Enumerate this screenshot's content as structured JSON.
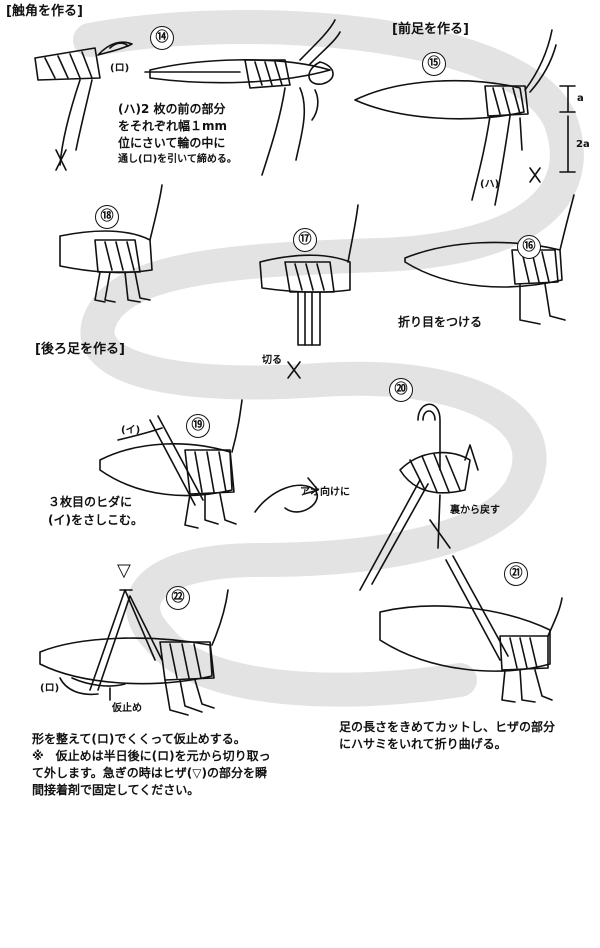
{
  "sections": {
    "antenna": "[触角を作る]",
    "front_legs": "[前足を作る]",
    "hind_legs": "[後ろ足を作る]"
  },
  "steps": {
    "s14": "⑭",
    "s15": "⑮",
    "s16": "⑯",
    "s17": "⑰",
    "s18": "⑱",
    "s19": "⑲",
    "s20": "⑳",
    "s21": "㉑",
    "s22": "㉒"
  },
  "labels": {
    "ro": "(ロ)",
    "ha": "(ハ)",
    "i": "(イ)",
    "a": "a",
    "two_a": "2a",
    "cut": "切る",
    "crease": "折り目をつける",
    "face_up": "アオ向けに",
    "return_back": "裏から戻す",
    "ro22": "(ロ)",
    "kari": "仮止め",
    "triangle": "▽"
  },
  "texts": {
    "step14": [
      "(ハ)2 枚の前の部分",
      "をそれぞれ幅１mm",
      "位にさいて輪の中に",
      "通し(ロ)を引いて締める。"
    ],
    "step19": [
      "３枚目のヒダに",
      "(イ)をさしこむ。"
    ],
    "step21": [
      "足の長さをきめてカットし、ヒザの部分",
      "にハサミをいれて折り曲げる。"
    ],
    "step22": [
      "形を整えて(ロ)でくくって仮止めする。",
      "※　仮止めは半日後に(ロ)を元から切り取っ",
      "て外します。急ぎの時はヒザ(▽)の部分を瞬",
      "間接着剤で固定してください。"
    ]
  }
}
